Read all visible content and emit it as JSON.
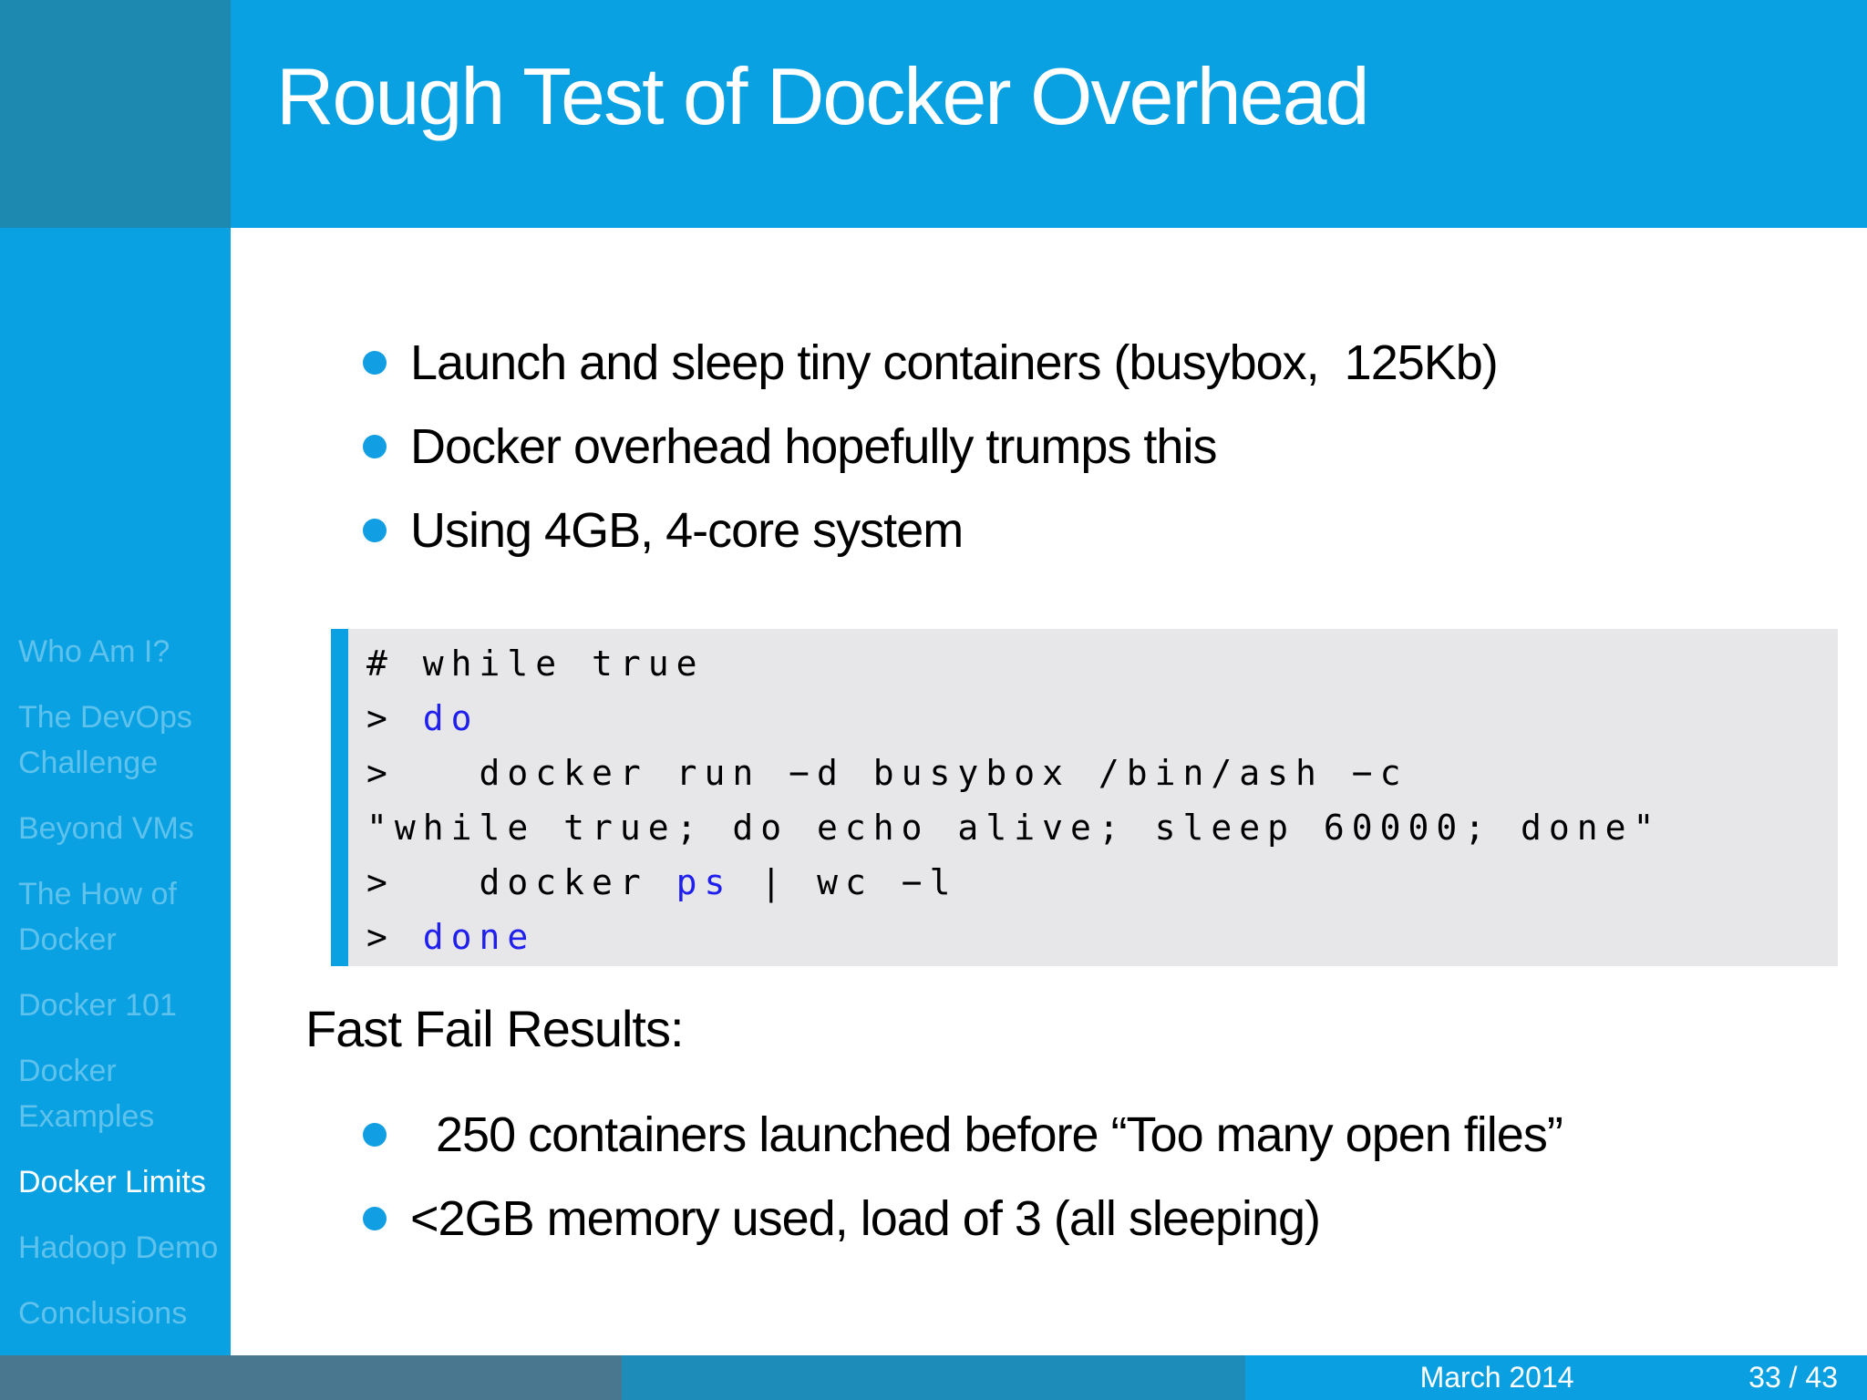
{
  "slide": {
    "title": "Rough Test of Docker Overhead",
    "sidebar": {
      "items": [
        {
          "label": "Who Am I?",
          "active": false
        },
        {
          "label": "The DevOps Challenge",
          "active": false
        },
        {
          "label": "Beyond VMs",
          "active": false
        },
        {
          "label": "The How of Docker",
          "active": false
        },
        {
          "label": "Docker 101",
          "active": false
        },
        {
          "label": "Docker Examples",
          "active": false
        },
        {
          "label": "Docker Limits",
          "active": true
        },
        {
          "label": "Hadoop Demo",
          "active": false
        },
        {
          "label": "Conclusions",
          "active": false
        }
      ]
    },
    "bullets": [
      "Launch and sleep tiny containers (busybox,  125Kb)",
      "Docker overhead hopefully trumps this",
      "Using 4GB, 4-core system"
    ],
    "code": {
      "lines": [
        [
          {
            "text": "# while true",
            "style": "plain"
          }
        ],
        [
          {
            "text": "> ",
            "style": "plain"
          },
          {
            "text": "do",
            "style": "keyword"
          }
        ],
        [
          {
            "text": ">   docker run −d busybox /bin/ash −c",
            "style": "plain"
          }
        ],
        [
          {
            "text": "\"while true; do echo alive; sleep 60000; done\"",
            "style": "plain"
          }
        ],
        [
          {
            "text": ">   docker ",
            "style": "plain"
          },
          {
            "text": "ps",
            "style": "keyword"
          },
          {
            "text": " | wc −l",
            "style": "plain"
          }
        ],
        [
          {
            "text": "> ",
            "style": "plain"
          },
          {
            "text": "done",
            "style": "keyword"
          }
        ]
      ]
    },
    "results": {
      "heading": "Fast Fail Results:",
      "bullets": [
        "  250 containers launched before “Too many open files”",
        "<2GB memory used, load of 3 (all sleeping)"
      ]
    },
    "footer": {
      "date": "March 2014",
      "page": "33 / 43"
    },
    "colors": {
      "accent_blue": "#0aa1e2",
      "corner_blue": "#1d89b0",
      "sidebar_text_blue": "#5fc2ed",
      "active_item_white": "#ffffff",
      "bullet_dot_blue": "#119ee2",
      "code_keyword_blue": "#1f1fee",
      "code_background_gray": "#e7e6e9",
      "footer_left": "#4a7790",
      "footer_middle": "#1e8cb8",
      "footer_right": "#0a9fe0"
    }
  }
}
